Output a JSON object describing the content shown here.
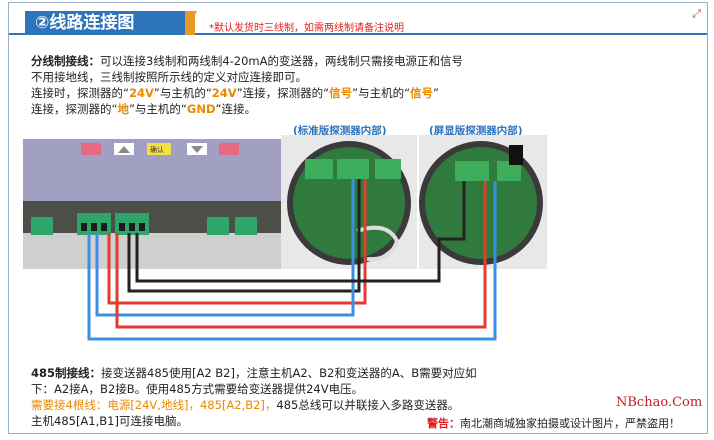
{
  "header": {
    "tab_title": "②线路连接图",
    "note": "*默认发货时三线制，如需两线制请备注说明"
  },
  "three_wire": {
    "line1_bold": "分线制接线：",
    "line1_rest": "可以连接3线制和两线制4-20mA的变送器，两线制只需接电源正和信号",
    "line2": "不用接地线，三线制按照所示线的定义对应连接即可。",
    "line3_a": "连接时，探测器的“",
    "line3_24v_1": "24V",
    "line3_b": "”与主机的“",
    "line3_24v_2": "24V",
    "line3_c": "”连接，探测器的“",
    "line3_sig_1": "信号",
    "line3_d": "”与主机的“",
    "line3_sig_2": "信号",
    "line3_e": "”",
    "line4_a": "连接，探测器的“",
    "line4_gnd_1": "地",
    "line4_b": "”与主机的“",
    "line4_gnd_2": "GND",
    "line4_c": "”连接。"
  },
  "captions": {
    "standard": "(标准版探测器内部)",
    "display": "(屏显版探测器内部)"
  },
  "panel_buttons": [
    "确认"
  ],
  "rs485": {
    "line1_bold": "485制接线：",
    "line1_rest": "接变送器485使用[A2 B2]，注意主机A2、B2和变送器的A、B需要对应如",
    "line2": "下：A2接A，B2接B。使用485方式需要给变送器提供24V电压。",
    "line3_warn": "需要接4根线：电源[24V,地线]，485[A2,B2]，",
    "line3_rest": "485总线可以并联接入多路变送器。",
    "line4": "主机485[A1,B1]可连接电脑。"
  },
  "footer": {
    "site": "NBchao.Com",
    "warn_label": "警告：",
    "warn_text": "南北潮商城独家拍摄或设计图片，严禁盗用！"
  },
  "colors": {
    "accent_blue": "#2d74bb",
    "accent_orange": "#e78a00",
    "wire_red": "#e53a2f",
    "wire_blue": "#3a8fe0",
    "wire_black": "#222222"
  }
}
